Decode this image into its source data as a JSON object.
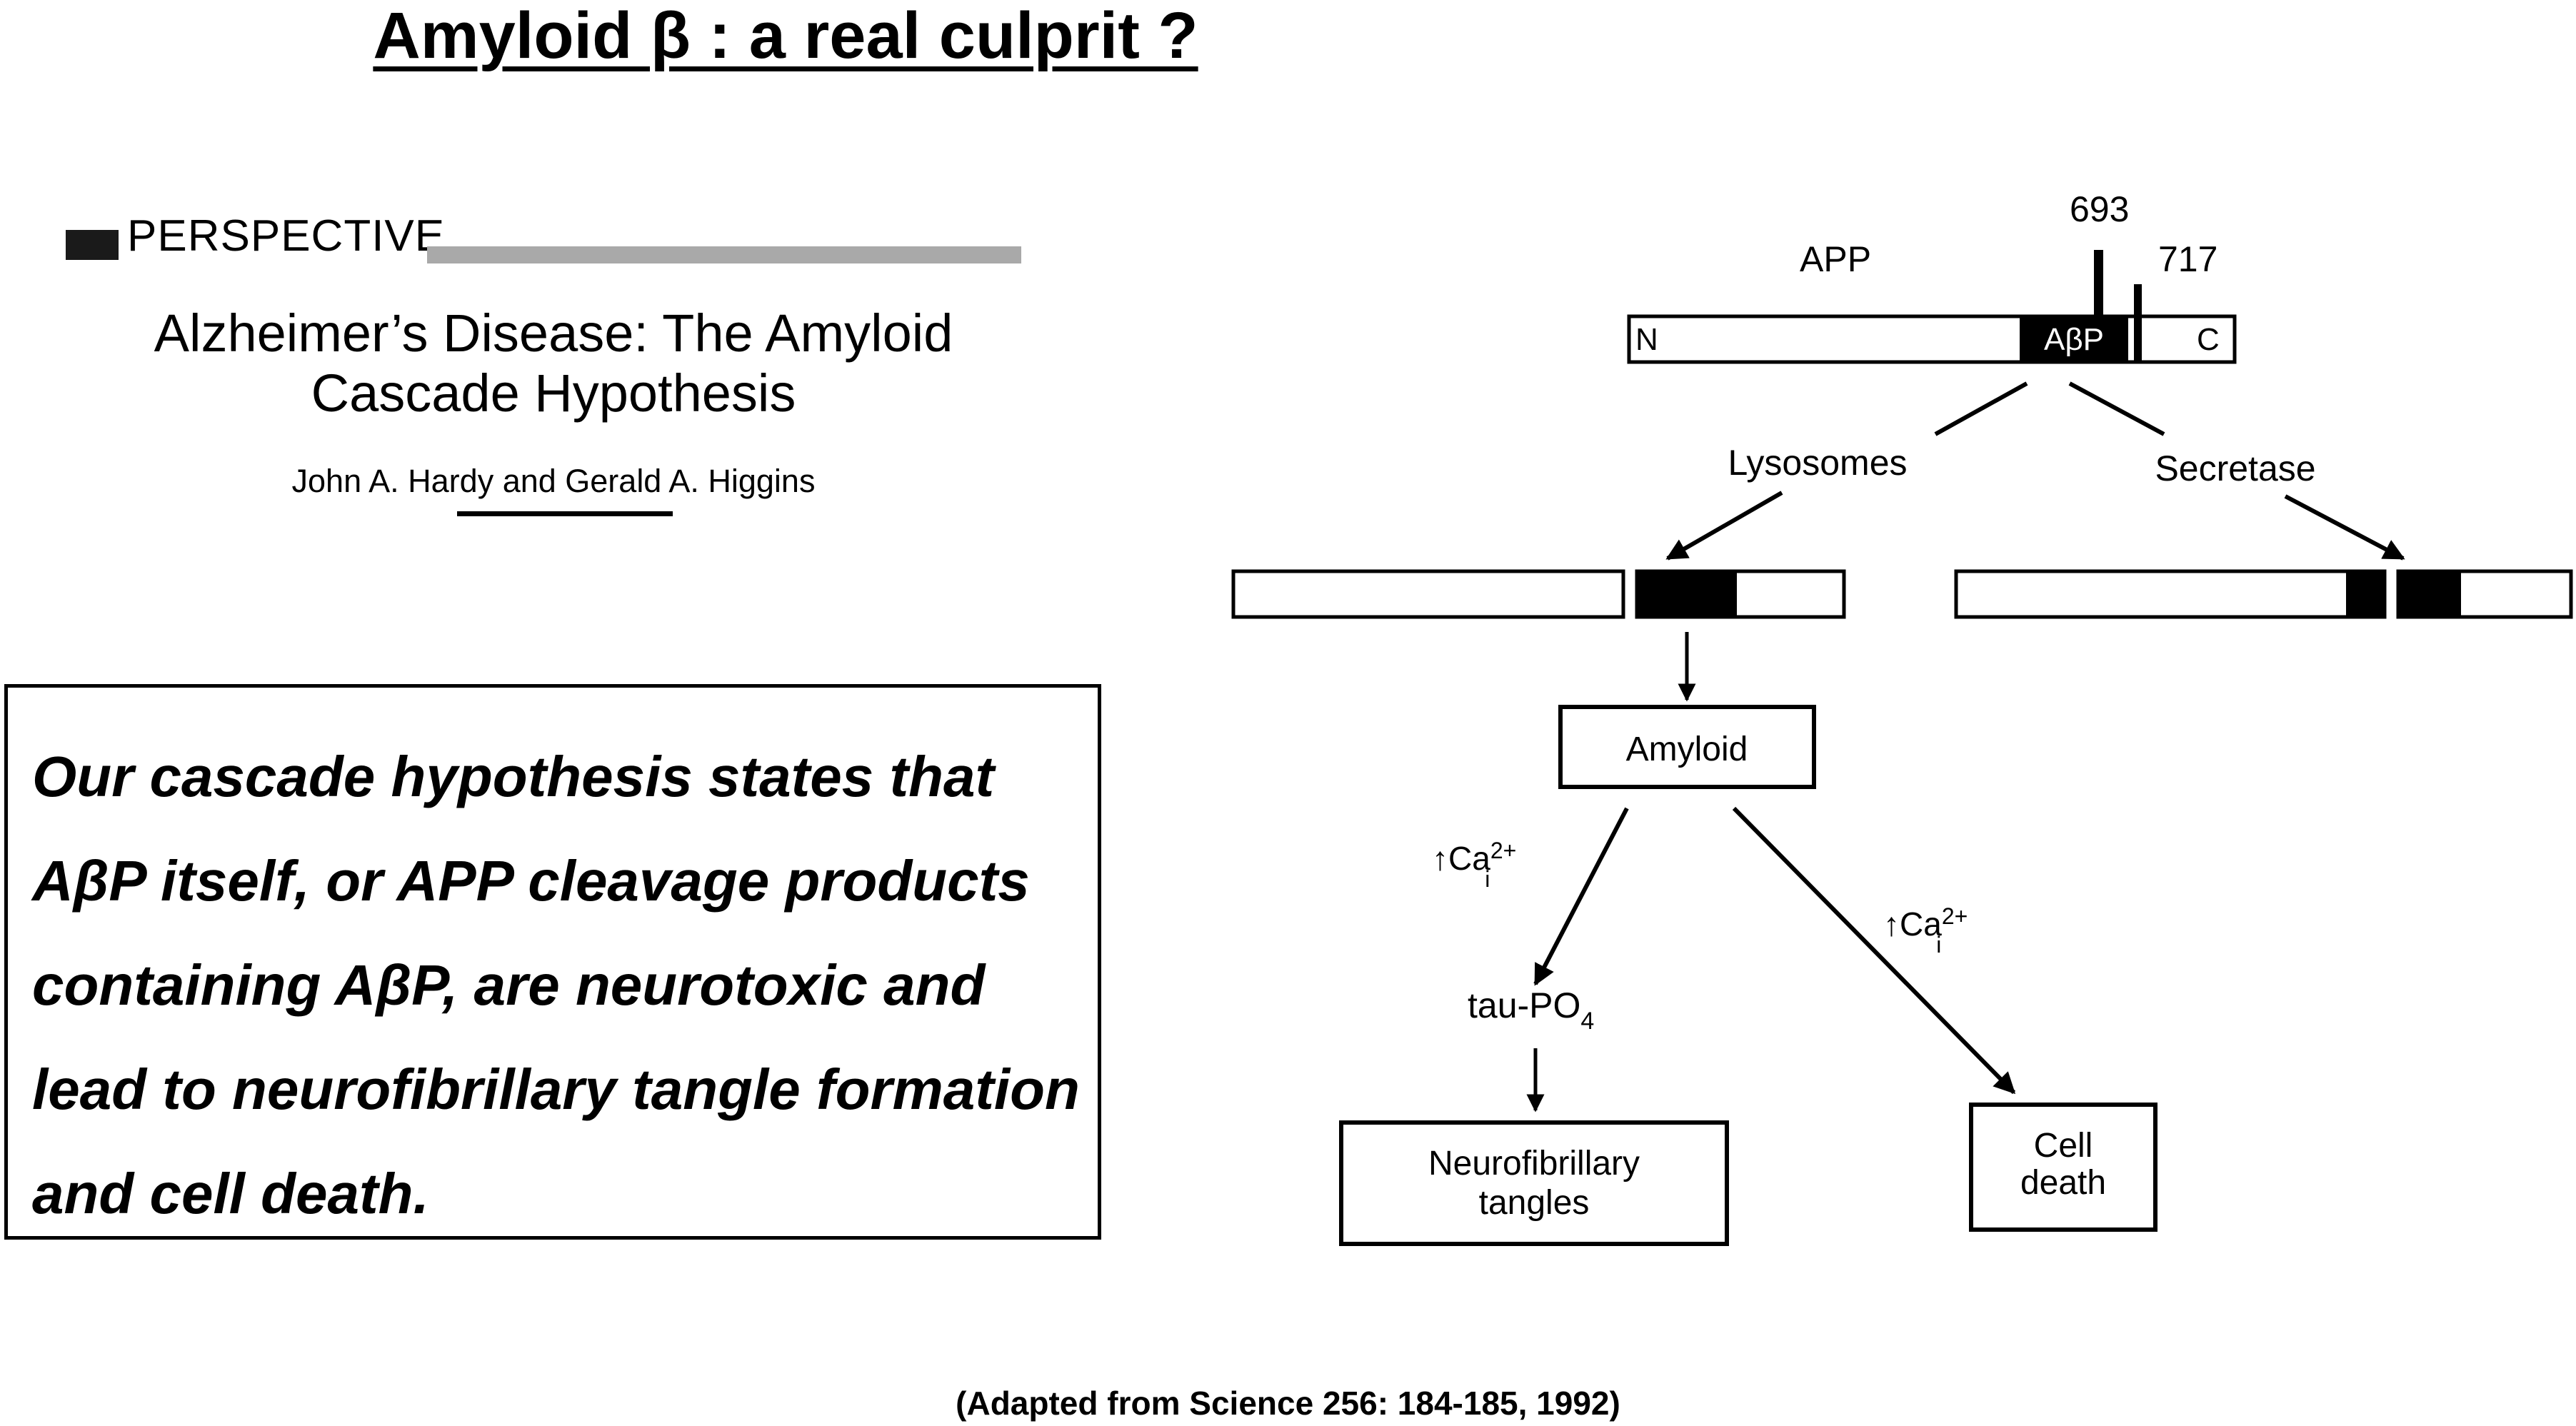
{
  "slide": {
    "title": "Amyloid β :  a real culprit ?",
    "citation": "(Adapted from Science 256: 184-185, 1992)"
  },
  "article": {
    "section_label": "PERSPECTIVE",
    "title_line1": "Alzheimer’s Disease: The Amyloid",
    "title_line2": "Cascade Hypothesis",
    "authors": "John A. Hardy and Gerald A. Higgins"
  },
  "quote": {
    "text": "Our cascade hypothesis states that AβP itself, or APP cleavage products containing AβP, are neurotoxic and lead to neurofibrillary tangle formation and cell death."
  },
  "diagram": {
    "app_label": "APP",
    "site_693": "693",
    "site_717": "717",
    "n_terminus": "N",
    "c_terminus": "C",
    "abp_label": "AβP",
    "lysosomes": "Lysosomes",
    "secretase": "Secretase",
    "amyloid": "Amyloid",
    "ca_up_arrow": "↑",
    "ca_base": "Ca",
    "ca_sup": "2+",
    "ca_sub": "i",
    "tau_base": "tau-PO",
    "tau_sub": "4",
    "tangles_line1": "Neurofibrillary",
    "tangles_line2": "tangles",
    "death_line1": "Cell",
    "death_line2": "death"
  },
  "colors": {
    "ink": "#000000",
    "rule_gray": "#a9a9a9"
  }
}
